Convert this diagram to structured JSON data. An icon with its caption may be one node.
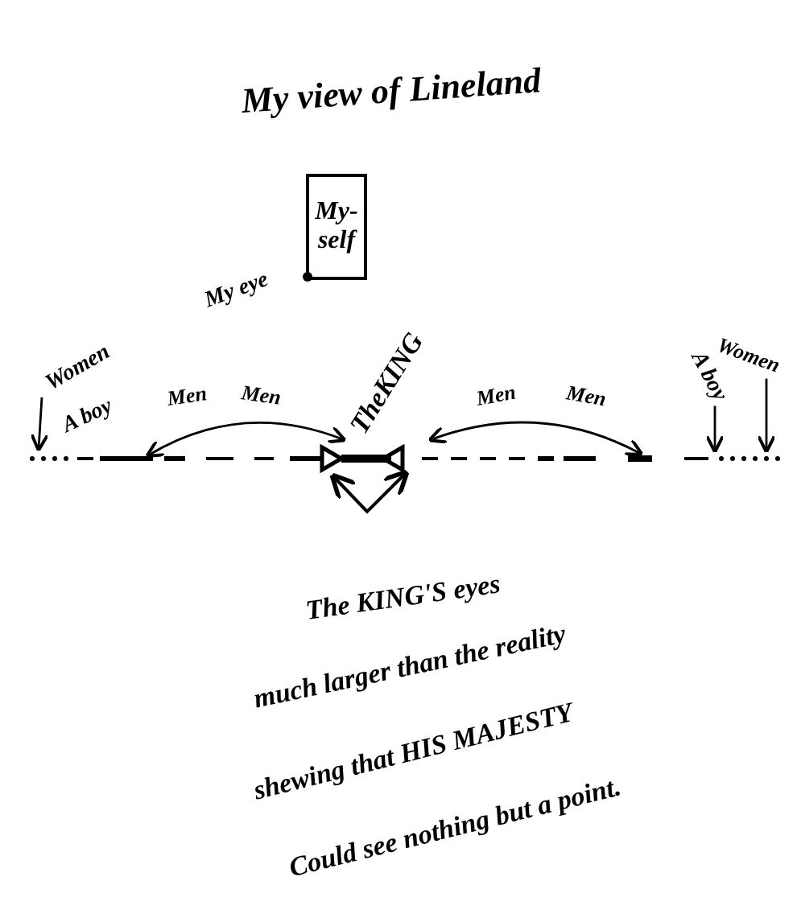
{
  "diagram": {
    "title": "My view of Lineland",
    "nodes": [
      {
        "text": [
          "My- self"
        ],
        "beside": [
          "My eye"
        ]
      },
      {
        "text": [
          "Women"
        ]
      },
      {
        "text": [
          "TheKING"
        ]
      },
      {
        "text": [
          "A boy"
        ]
      },
      {
        "text": [
          "Women"
        ]
      }
    ],
    "edges": [
      {
        "from": 1,
        "to": null,
        "arrow": "to"
      },
      {
        "from": null,
        "to": 2,
        "arrow": "both"
      },
      {
        "from": 2,
        "to": null,
        "arrow": "both"
      },
      {
        "from": 3,
        "to": null,
        "arrow": "to"
      },
      {
        "from": 4,
        "to": null,
        "arrow": "to"
      }
    ],
    "labels": [
      "A boy",
      "Men",
      "Men",
      "Men",
      "Men",
      "The KING'S eyes",
      "much larger than the reality",
      "shewing that HIS MAJESTY",
      "Could see nothing but a point."
    ]
  }
}
